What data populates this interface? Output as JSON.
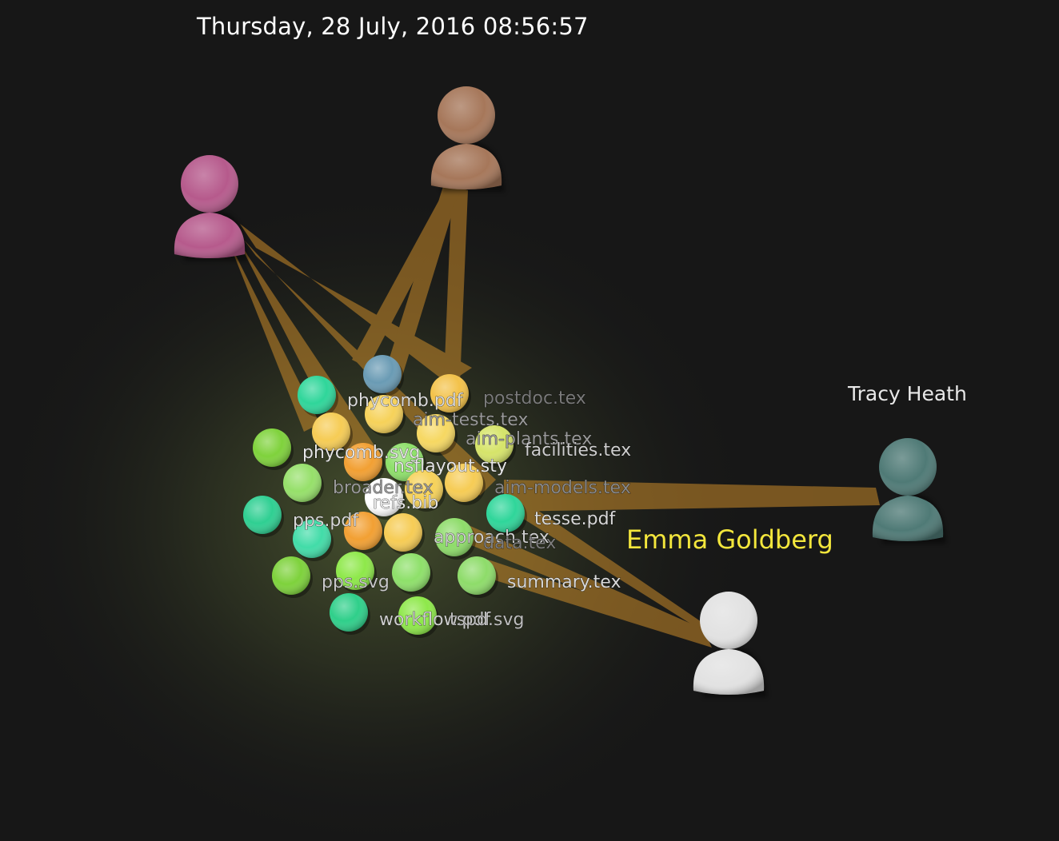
{
  "timestamp": "Thursday, 28 July, 2016 08:56:57",
  "users": [
    {
      "id": "user-pink",
      "name": "",
      "color": "#b65a8c"
    },
    {
      "id": "user-brown",
      "name": "",
      "color": "#a6775a"
    },
    {
      "id": "user-tracy",
      "name": "Tracy Heath",
      "color": "#4f7a76"
    },
    {
      "id": "user-emma",
      "name": "Emma Goldberg",
      "color": "#e2e2e2",
      "highlight": "#f3e63c"
    }
  ],
  "files": [
    {
      "name": "phycomb.pdf",
      "color": "#dadada"
    },
    {
      "name": "postdoc.tex",
      "color": "#7a7a7a"
    },
    {
      "name": "aim-tests.tex",
      "color": "#9a9a9a"
    },
    {
      "name": "aim-plants.tex",
      "color": "#9a9a9a"
    },
    {
      "name": "facilities.tex",
      "color": "#cfcfcf"
    },
    {
      "name": "phycomb.svg",
      "color": "#e6e6e6"
    },
    {
      "name": "nsflayout.sty",
      "color": "#e6e6e6"
    },
    {
      "name": "broader.tex",
      "color": "#9a9a9a"
    },
    {
      "name": "aim-models.tex",
      "color": "#8a8a8a"
    },
    {
      "name": "refs.bib",
      "color": "#e6e6e6"
    },
    {
      "name": "pps.pdf",
      "color": "#d8d8d8"
    },
    {
      "name": "tesse.pdf",
      "color": "#d8d8d8"
    },
    {
      "name": "approach.tex",
      "color": "#d0d0d0"
    },
    {
      "name": "data.tex",
      "color": "#7e7e7e"
    },
    {
      "name": "pps.svg",
      "color": "#c8c8c8"
    },
    {
      "name": "summary.tex",
      "color": "#dadada"
    },
    {
      "name": "workflow.pdf",
      "color": "#cfcfcf"
    },
    {
      "name": "tspd.svg",
      "color": "#bfbfbf"
    }
  ]
}
